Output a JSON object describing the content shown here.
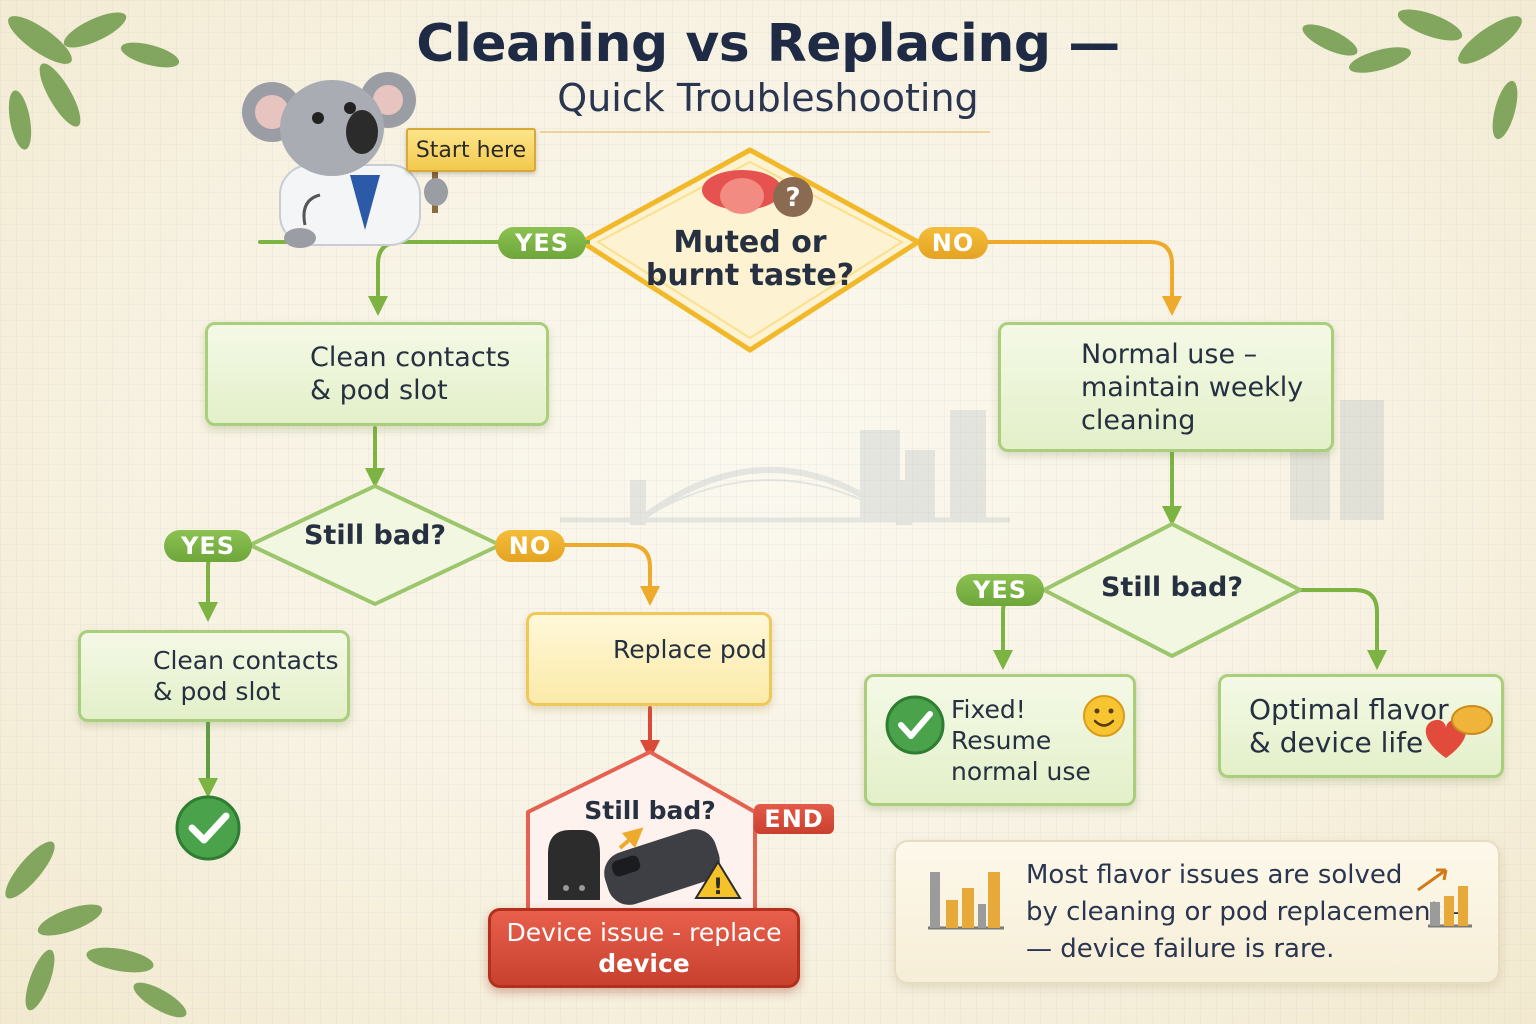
{
  "title": "Cleaning vs Replacing —",
  "subtitle": "Quick Troubleshooting",
  "start_sign": "Start here",
  "decisions": {
    "top": "Muted or\nburnt taste?",
    "left": "Still bad?",
    "right": "Still bad?",
    "bottom": "Still bad?"
  },
  "labels": {
    "yes": "YES",
    "no": "NO",
    "end": "END"
  },
  "boxes": {
    "clean_top": "Clean contacts\n& pod slot",
    "normal_use": "Normal use –\nmaintain weekly\ncleaning",
    "clean_left": "Clean contacts\n& pod slot",
    "replace_pod": "Replace pod",
    "fixed": "Fixed!\nResume\nnormal use",
    "optimal": "Optimal flavor\n& device life",
    "device_issue_line1": "Device issue - replace",
    "device_issue_line2": "device"
  },
  "note": "Most flavor issues are solved\nby cleaning or pod replacement –\n— device failure is rare.",
  "colors": {
    "title": "#1f2b45",
    "yes_green": "#7cb342",
    "no_orange": "#eeaa2a",
    "end_red": "#d94a38",
    "top_diamond_fill": "#fdf3d2",
    "top_diamond_stroke": "#f1b82a"
  },
  "icons": [
    "koala-doctor-icon",
    "cotton-swab-icon",
    "calendar-icon",
    "tongue-question-icon",
    "pod-icon",
    "check-icon",
    "smiley-icon",
    "heart-icon",
    "warning-icon",
    "bar-chart-icon",
    "leaf-icon",
    "bridge-skyline-icon"
  ]
}
